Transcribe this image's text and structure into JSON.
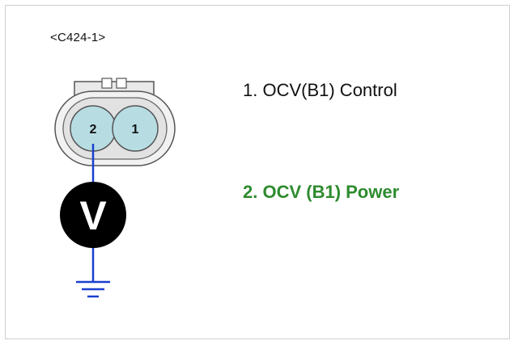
{
  "connector": {
    "id_label": "<C424-1>",
    "pins": [
      {
        "number": "2"
      },
      {
        "number": "1"
      }
    ]
  },
  "meter": {
    "symbol": "V"
  },
  "legend": {
    "control": "1. OCV(B1) Control",
    "power": "2. OCV (B1) Power"
  },
  "colors": {
    "wire": "#1a3fd0",
    "pin_fill": "#b7dde3",
    "power_text": "#2e8b2e"
  }
}
